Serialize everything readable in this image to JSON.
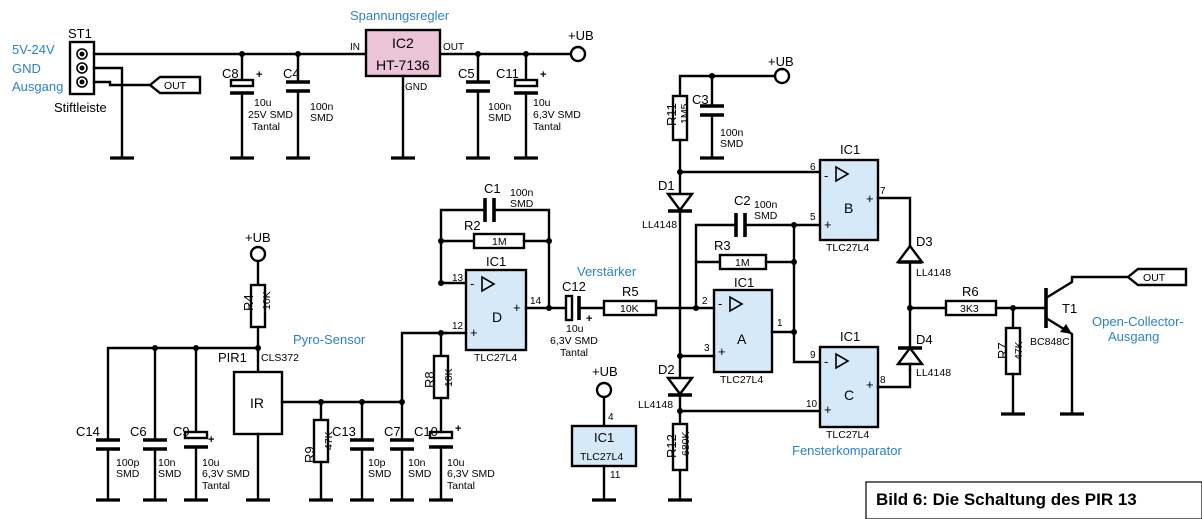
{
  "labels": {
    "st1": "ST1",
    "power_input": [
      "5V-24V",
      "GND",
      "Ausgang"
    ],
    "stiftleiste": "Stiftleiste",
    "out_tag": "OUT",
    "spannungsregler": "Spannungsregler",
    "ic2": "IC2",
    "ic2_type": "HT-7136",
    "pin_in": "IN",
    "pin_out": "OUT",
    "pin_gnd": "GND",
    "ub": "+UB",
    "pyro_sensor": "Pyro-Sensor",
    "verstarker": "Verstärker",
    "fensterkomparator": "Fensterkomparator",
    "open_collector": [
      "Open-Collector-",
      "Ausgang"
    ],
    "caption": "Bild 6: Die Schaltung des PIR 13",
    "pir1": "PIR1",
    "cls372": "CLS372",
    "ir": "IR",
    "t1": "T1",
    "bc848": "BC848C",
    "ic1": "IC1",
    "tlc": "TLC27L4"
  },
  "opamps": {
    "A": "A",
    "B": "B",
    "C": "C",
    "D": "D"
  },
  "components": {
    "C8": {
      "name": "C8",
      "spec": [
        "10u",
        "25V SMD",
        "Tantal"
      ]
    },
    "C4": {
      "name": "C4",
      "spec": [
        "100n",
        "SMD"
      ]
    },
    "C5": {
      "name": "C5",
      "spec": [
        "100n",
        "SMD"
      ]
    },
    "C11": {
      "name": "C11",
      "spec": [
        "10u",
        "6,3V SMD",
        "Tantal"
      ]
    },
    "C1": {
      "name": "C1",
      "spec": [
        "100n",
        "SMD"
      ]
    },
    "R2": {
      "name": "R2",
      "value": "1M"
    },
    "C12": {
      "name": "C12",
      "spec": [
        "10u",
        "6,3V SMD",
        "Tantal"
      ]
    },
    "R5": {
      "name": "R5",
      "value": "10K"
    },
    "R4": {
      "name": "R4",
      "value": "10K"
    },
    "R8": {
      "name": "R8",
      "value": "10K"
    },
    "R9": {
      "name": "R9",
      "value": "47K"
    },
    "C14": {
      "name": "C14",
      "spec": [
        "100p",
        "SMD"
      ]
    },
    "C6": {
      "name": "C6",
      "spec": [
        "10n",
        "SMD"
      ]
    },
    "C9": {
      "name": "C9",
      "spec": [
        "10u",
        "6,3V SMD",
        "Tantal"
      ]
    },
    "C13": {
      "name": "C13",
      "spec": [
        "10p",
        "SMD"
      ]
    },
    "C7": {
      "name": "C7",
      "spec": [
        "10n",
        "SMD"
      ]
    },
    "C10": {
      "name": "C10",
      "spec": [
        "10u",
        "6,3V SMD",
        "Tantal"
      ]
    },
    "R11": {
      "name": "R11",
      "value": "1M5"
    },
    "C3": {
      "name": "C3",
      "spec": [
        "100n",
        "SMD"
      ]
    },
    "D1": {
      "name": "D1",
      "type": "LL4148"
    },
    "D2": {
      "name": "D2",
      "type": "LL4148"
    },
    "C2": {
      "name": "C2",
      "spec": [
        "100n",
        "SMD"
      ]
    },
    "R3": {
      "name": "R3",
      "value": "1M"
    },
    "R12": {
      "name": "R12",
      "value": "680K"
    },
    "D3": {
      "name": "D3",
      "type": "LL4148"
    },
    "D4": {
      "name": "D4",
      "type": "LL4148"
    },
    "R6": {
      "name": "R6",
      "value": "3K3"
    },
    "R7": {
      "name": "R7",
      "value": "47K"
    }
  },
  "pins": {
    "p13": "13",
    "p12": "12",
    "p14": "14",
    "p2": "2",
    "p3": "3",
    "p1": "1",
    "p6": "6",
    "p5": "5",
    "p7": "7",
    "p9": "9",
    "p10": "10",
    "p8": "8",
    "p4": "4",
    "p11": "11"
  },
  "symbols": {
    "minus": "-",
    "plus": "+"
  }
}
